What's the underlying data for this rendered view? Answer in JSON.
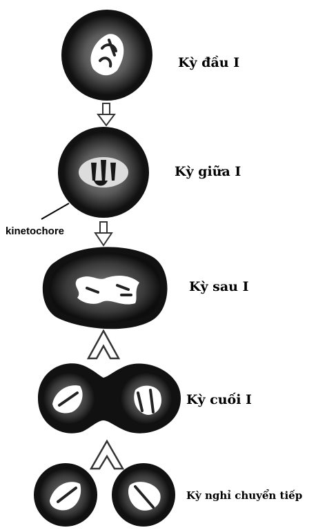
{
  "diagram": {
    "stages": [
      {
        "label": "Kỳ đầu I"
      },
      {
        "label": "Kỳ giữa I"
      },
      {
        "label": "Kỳ sau I"
      },
      {
        "label": "Kỳ cuối I"
      },
      {
        "label": "Kỳ nghỉ chuyển tiếp"
      }
    ],
    "callout": {
      "label": "kinetochore"
    },
    "colors": {
      "cell": "#2a2a2a",
      "cytoplasm": "#6a6a6a",
      "nucleus": "#ffffff",
      "ink": "#000000"
    }
  }
}
